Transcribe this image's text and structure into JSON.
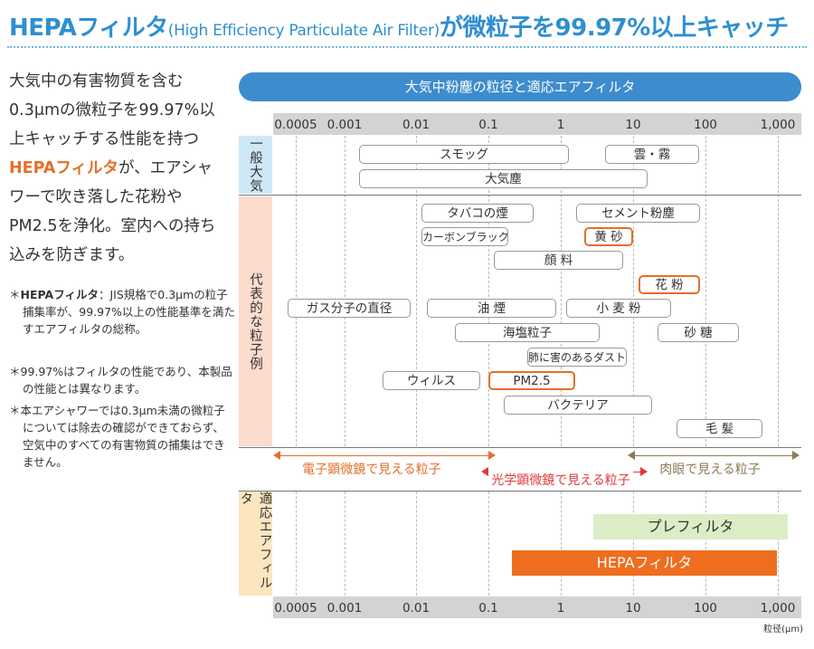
{
  "header": {
    "title_main": "HEPAフィルタ",
    "title_paren": "(High Efficiency Particulate Air Filter)",
    "title_tail": "が微粒子を99.97%以上キャッチ"
  },
  "intro": {
    "part1": "大気中の有害物質を含む0.3μmの微粒子を99.97%以上キャッチする性能を持つ",
    "highlight": "HEPAフィルタ",
    "part2": "が、エアシャワーで吹き落した花粉やPM2.5を浄化。室内への持ち込みを防ぎます。"
  },
  "notes": [
    {
      "mark": "＊",
      "bold": "HEPAフィルタ",
      "text": "：JIS規格で0.3μmの粒子捕集率が、99.97%以上の性能基準を満たすエアフィルタの総称。"
    },
    {
      "mark": "＊",
      "bold": "",
      "text": "99.97%はフィルタの性能であり、本製品の性能とは異なります。"
    },
    {
      "mark": "＊",
      "bold": "",
      "text": "本エアシャワーでは0.3μm未満の微粒子については除去の確認ができておらず、空気中のすべての有害物質の捕集はできません。"
    }
  ],
  "diagram": {
    "banner": "大気中粉塵の粒径と適応エアフィルタ",
    "unit_label": "粒径(μm)",
    "ticks": [
      "0.0005",
      "0.001",
      "0.01",
      "0.1",
      "1",
      "10",
      "100",
      "1,000"
    ],
    "sections": {
      "general": "一般大気",
      "examples": "代表的な粒子例",
      "filters": "適応エアフィルタ"
    },
    "general_items": [
      {
        "label": "スモッグ"
      },
      {
        "label": "雲・霧"
      },
      {
        "label": "大気塵"
      }
    ],
    "example_items": [
      {
        "label": "タバコの煙"
      },
      {
        "label": "セメント粉塵"
      },
      {
        "label": "カーボンブラック"
      },
      {
        "label": "黄 砂"
      },
      {
        "label": "顔 料"
      },
      {
        "label": "花 粉"
      },
      {
        "label": "ガス分子の直径"
      },
      {
        "label": "油 煙"
      },
      {
        "label": "小 麦 粉"
      },
      {
        "label": "海塩粒子"
      },
      {
        "label": "砂 糖"
      },
      {
        "label": "肺に害のあるダスト"
      },
      {
        "label": "ウィルス"
      },
      {
        "label": "PM2.5"
      },
      {
        "label": "バクテリア"
      },
      {
        "label": "毛 髪"
      }
    ],
    "visibility": [
      {
        "label": "電子顕微鏡で見える粒子",
        "color": "#e46f28"
      },
      {
        "label": "光学顕微鏡で見える粒子",
        "color": "#e03a3a"
      },
      {
        "label": "肉眼で見える粒子",
        "color": "#8a7a55"
      }
    ],
    "filters": [
      {
        "label": "プレフィルタ",
        "color": "#dcedc6"
      },
      {
        "label": "HEPAフィルタ",
        "color": "#ef6d1f"
      }
    ]
  }
}
